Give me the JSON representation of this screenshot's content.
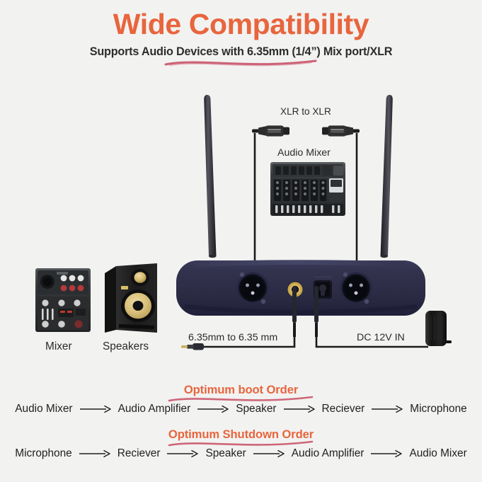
{
  "page": {
    "background_color": "#f2f2f1",
    "accent_color": "#e8653d",
    "swoosh_color": "#c9566a",
    "text_color": "#2b2b2b",
    "receiver_body_color": "#2e2e4a"
  },
  "header": {
    "title": "Wide Compatibility",
    "subtitle": "Supports Audio Devices with 6.35mm (1/4”) Mix port/XLR",
    "underline_icon": "swoosh-underline"
  },
  "diagram": {
    "xlr_cable_label": "XLR to XLR",
    "audio_mixer_label": "Audio Mixer",
    "jack_cable_label": "6.35mm to 6.35 mm",
    "power_cable_label": "DC 12V IN",
    "devices": [
      {
        "name": "Mixer",
        "label": "Mixer",
        "icon": "mixer-device-image"
      },
      {
        "name": "Speakers",
        "label": "Speakers",
        "icon": "speaker-device-image"
      }
    ],
    "receiver": {
      "icon": "wireless-receiver-image",
      "antenna_count": 2,
      "ports": [
        {
          "name": "xlr-output-left",
          "type": "XLR"
        },
        {
          "name": "jack-output-635",
          "type": "6.35mm"
        },
        {
          "name": "dc-power-input",
          "type": "DC 12V"
        },
        {
          "name": "xlr-output-right",
          "type": "XLR"
        }
      ]
    },
    "power_adapter_icon": "power-adapter-image",
    "xlr_connector_icon": "xlr-connector-icon"
  },
  "boot_order": {
    "title": "Optimum boot Order",
    "underline_icon": "swoosh-underline",
    "arrow_icon": "right-arrow-icon",
    "steps": [
      "Audio Mixer",
      "Audio Amplifier",
      "Speaker",
      "Reciever",
      "Microphone"
    ]
  },
  "shutdown_order": {
    "title": "Optimum Shutdown Order",
    "underline_icon": "swoosh-underline",
    "arrow_icon": "right-arrow-icon",
    "steps": [
      "Microphone",
      "Reciever",
      "Speaker",
      "Audio Amplifier",
      "Audio Mixer"
    ]
  }
}
